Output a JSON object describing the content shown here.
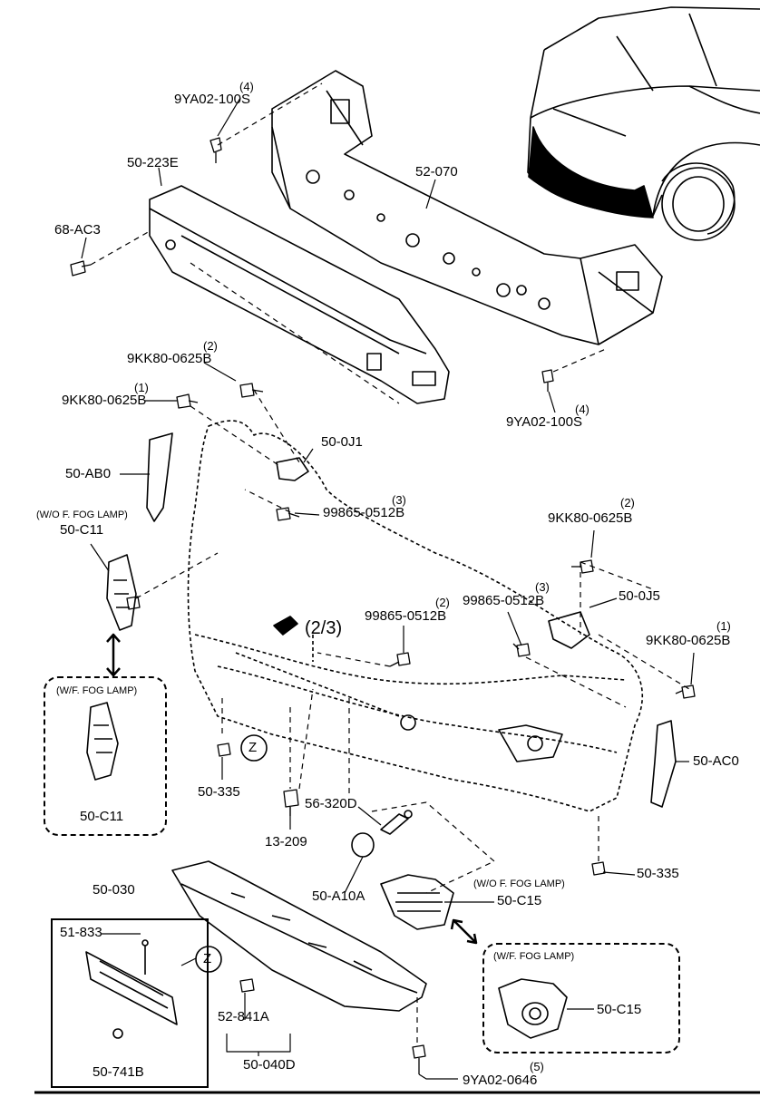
{
  "parts": {
    "p9YA02_100S_top": {
      "num": "9YA02-100S",
      "qty": "(4)"
    },
    "p50_223E": "50-223E",
    "p52_070": "52-070",
    "p68_AC3": "68-AC3",
    "p9KK80_0625B_a": {
      "num": "9KK80-0625B",
      "qty": "(2)"
    },
    "p9KK80_0625B_b": {
      "num": "9KK80-0625B",
      "qty": "(1)"
    },
    "p9YA02_100S_bot": {
      "num": "9YA02-100S",
      "qty": "(4)"
    },
    "p50_0J1": "50-0J1",
    "p50_AB0": "50-AB0",
    "p99865_0512B_a": {
      "num": "99865-0512B",
      "qty": "(3)"
    },
    "p50_C11_wo": {
      "note": "(W/O F. FOG LAMP)",
      "num": "50-C11"
    },
    "p9KK80_0625B_c": {
      "num": "9KK80-0625B",
      "qty": "(2)"
    },
    "p99865_0512B_b": {
      "num": "99865-0512B",
      "qty": "(3)"
    },
    "p50_0J5": "50-0J5",
    "p99865_0512B_c": {
      "num": "99865-0512B",
      "qty": "(2)"
    },
    "p9KK80_0625B_d": {
      "num": "9KK80-0625B",
      "qty": "(1)"
    },
    "ref_2_3": "(2/3)",
    "p50_C11_w": {
      "note": "(W/F. FOG LAMP)",
      "num": "50-C11"
    },
    "p50_335_a": "50-335",
    "z_a": "Z",
    "p50_AC0": "50-AC0",
    "p56_320D": "56-320D",
    "p13_209": "13-209",
    "p50_335_b": "50-335",
    "p50_A10A": "50-A10A",
    "p50_C15_wo": {
      "note": "(W/O F. FOG LAMP)",
      "num": "50-C15"
    },
    "p50_030": "50-030",
    "p51_833": "51-833",
    "z_b": "Z",
    "p52_841A": "52-841A",
    "p50_C15_w": {
      "note": "(W/F. FOG LAMP)",
      "num": "50-C15"
    },
    "p50_741B": "50-741B",
    "p50_040D": "50-040D",
    "p9YA02_0646": {
      "num": "9YA02-0646",
      "qty": "(5)"
    }
  }
}
